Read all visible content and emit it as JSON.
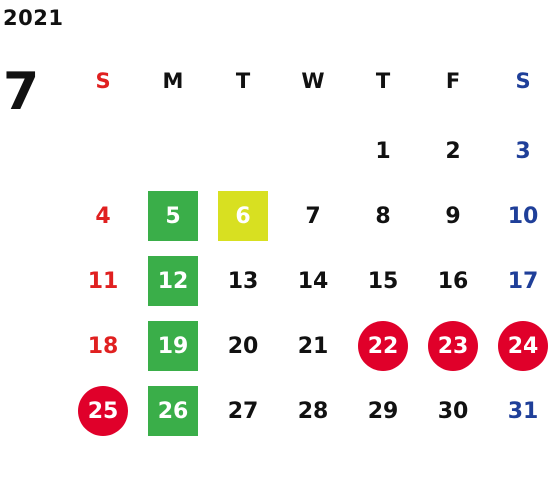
{
  "calendar": {
    "year": "2021",
    "month": "7",
    "weekdays": [
      "S",
      "M",
      "T",
      "W",
      "T",
      "F",
      "S"
    ],
    "weeks": [
      [
        "",
        "",
        "",
        "",
        "1",
        "2",
        "3"
      ],
      [
        "4",
        "5",
        "6",
        "7",
        "8",
        "9",
        "10"
      ],
      [
        "11",
        "12",
        "13",
        "14",
        "15",
        "16",
        "17"
      ],
      [
        "18",
        "19",
        "20",
        "21",
        "22",
        "23",
        "24"
      ],
      [
        "25",
        "26",
        "27",
        "28",
        "29",
        "30",
        "31"
      ]
    ],
    "highlights": {
      "green": [
        "5",
        "12",
        "19",
        "26"
      ],
      "yellow": [
        "6"
      ],
      "red": [
        "22",
        "23",
        "24",
        "25"
      ]
    },
    "colors": {
      "sunday": "#e02020",
      "saturday": "#1f3f99",
      "green": "#3aae49",
      "yellow": "#d8e021",
      "red": "#e0002a"
    }
  }
}
